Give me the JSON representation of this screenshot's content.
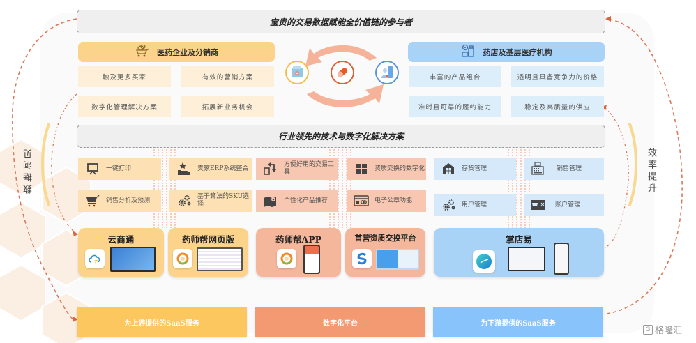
{
  "top_banner": {
    "title": "宝贵的交易数据赋能全价值链的参与者"
  },
  "mid_banner": {
    "title": "行业领先的技术与数字化解决方案"
  },
  "left_group": {
    "header": "医药企业及分销商",
    "icon": "delivery-cart-icon",
    "cells": [
      "触及更多买家",
      "有效的营销方案",
      "数字化管理解决方案",
      "拓展新业务机会"
    ]
  },
  "right_group": {
    "header": "药店及基层医疗机构",
    "icon": "pharmacy-icon",
    "cells": [
      "丰富的产品组合",
      "透明且具备竞争力的价格",
      "准时且可靠的履约能力",
      "稳定及高质量的供应"
    ]
  },
  "center_icons": [
    "pharma-company-icon",
    "pill-capsule-icon",
    "pharmacy-doctor-icon"
  ],
  "features": {
    "left": [
      {
        "label": "一键打印",
        "icon": "presentation-board-icon"
      },
      {
        "label": "卖家ERP系统整合",
        "icon": "ranking-hand-icon"
      },
      {
        "label": "销售分析及预测",
        "icon": "shopping-cart-icon"
      },
      {
        "label": "基于算法的SKU选择",
        "icon": "gears-icon"
      }
    ],
    "middle": [
      {
        "label": "方便好用的交易工具",
        "icon": "exchange-arrows-icon"
      },
      {
        "label": "资质交换的数字化",
        "icon": "windows-grid-icon"
      },
      {
        "label": "个性化产品推荐",
        "icon": "map-pin-icon"
      },
      {
        "label": "电子公章功能",
        "icon": "card-stamp-icon"
      }
    ],
    "right": [
      {
        "label": "存货管理",
        "icon": "warehouse-icon"
      },
      {
        "label": "销售管理",
        "icon": "cash-register-icon"
      },
      {
        "label": "用户管理",
        "icon": "gears-icon"
      },
      {
        "label": "账户管理",
        "icon": "cart-account-icon"
      }
    ]
  },
  "products": [
    {
      "title": "云商通",
      "icon": "cloud-lightning-app-icon"
    },
    {
      "title": "药师帮网页版",
      "icon": "ysb-logo-icon"
    },
    {
      "title": "药师帮APP",
      "icon": "ysb-logo-icon"
    },
    {
      "title": "首营资质交换平台",
      "icon": "s-sync-app-icon"
    },
    {
      "title": "掌店易",
      "icon": "teal-circle-app-icon"
    }
  ],
  "bottom_bars": [
    "为上游提供的SaaS服务",
    "数字化平台",
    "为下游提供的SaaS服务"
  ],
  "side_labels": {
    "left": "数据洞见",
    "right": "效率提升"
  },
  "watermark": {
    "text": "格隆汇",
    "mark": "G"
  },
  "colors": {
    "orange_header": "#fcd38a",
    "orange_cell": "#fdefd8",
    "blue_header": "#a9d2f7",
    "blue_cell": "#ddeefb",
    "salmon": "#f4b79c",
    "bar_orange": "#fdc760",
    "bar_salmon": "#f39a72",
    "bar_blue": "#89c3fb",
    "dash_orange": "#d9643a"
  }
}
